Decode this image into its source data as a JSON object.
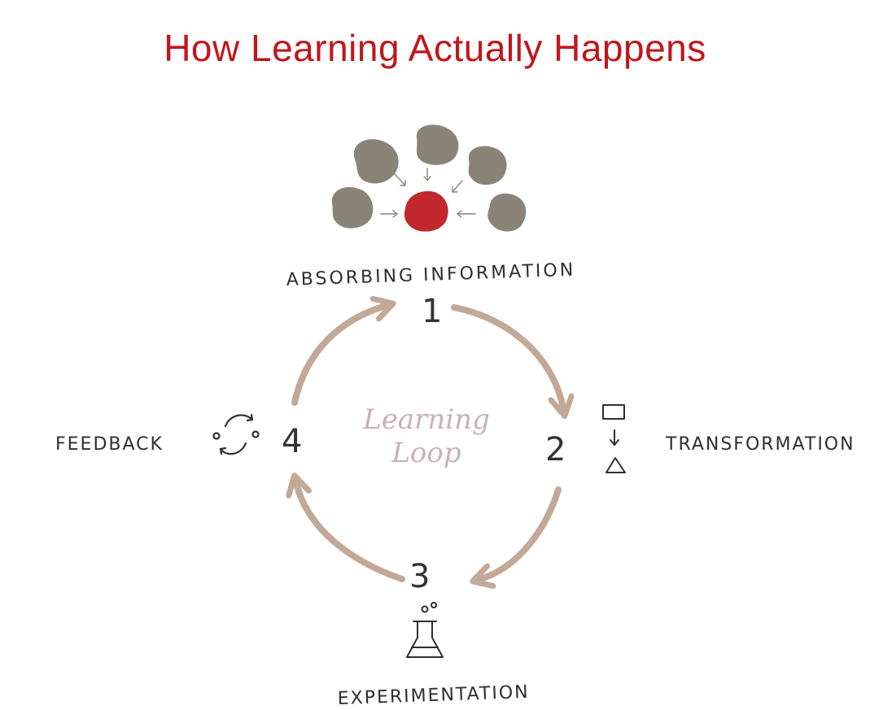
{
  "title": "How Learning Actually Happens",
  "center_label": [
    "Learning",
    "Loop"
  ],
  "steps": [
    {
      "number": "1",
      "label": "ABSORBING INFORMATION",
      "icon": "absorbing-info-icon"
    },
    {
      "number": "2",
      "label": "TRANSFORMATION",
      "icon": "transformation-icon"
    },
    {
      "number": "3",
      "label": "EXPERIMENTATION",
      "icon": "flask-icon"
    },
    {
      "number": "4",
      "label": "FEEDBACK",
      "icon": "feedback-cycle-icon"
    }
  ],
  "colors": {
    "title": "#c0161c",
    "arrow": "#c2a896",
    "blob_gray": "#8a8478",
    "blob_red": "#c1272d",
    "center_text": "#c7b2b7"
  }
}
